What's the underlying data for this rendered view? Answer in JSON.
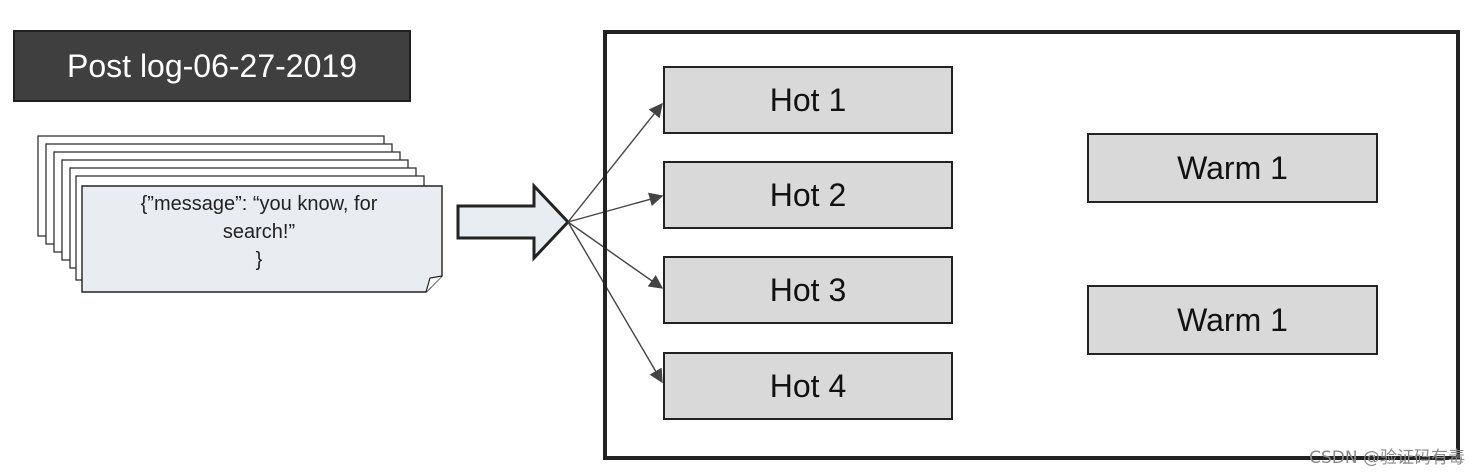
{
  "title": "Post log-06-27-2019",
  "document": {
    "lines": [
      "{”message”: “you know, for",
      "search!”",
      "}"
    ]
  },
  "nodes": {
    "hot": [
      "Hot 1",
      "Hot 2",
      "Hot 3",
      "Hot 4"
    ],
    "warm": [
      "Warm 1",
      "Warm 1"
    ]
  },
  "watermark": "CSDN @验证码有毒",
  "colors": {
    "title_bg": "#3f3f3f",
    "doc_fill": "#e9edf1",
    "node_fill": "#d9d9d9",
    "outline": "#222222"
  }
}
